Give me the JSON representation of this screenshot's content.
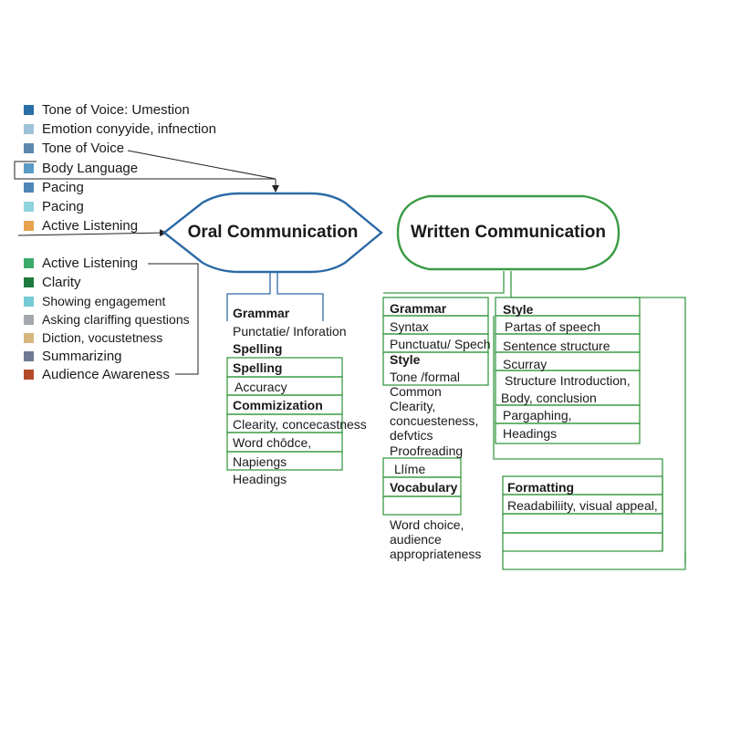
{
  "legend_top": [
    {
      "label": "Tone of Voice: Umestion",
      "color": "#2a6fa8"
    },
    {
      "label": "Emotion conyyide, infnection",
      "color": "#9fc3d8"
    },
    {
      "label": "Tone of Voice",
      "color": "#5e89ad"
    },
    {
      "label": "Body Language",
      "color": "#5b9bc7"
    },
    {
      "label": "Pacing",
      "color": "#4f86b8"
    },
    {
      "label": "Pacing",
      "color": "#8fd3dc"
    },
    {
      "label": "Active Listening",
      "color": "#e6a350"
    }
  ],
  "legend_bottom": [
    {
      "label": "Active Listening",
      "color": "#3aaa6b"
    },
    {
      "label": "Clarity",
      "color": "#1e7a3e"
    },
    {
      "label": "Showing engagement",
      "color": "#74c9d3"
    },
    {
      "label": "Asking clariffing questions",
      "color": "#a4a8ad"
    },
    {
      "label": "Diction, vocustetness",
      "color": "#d6b77e"
    },
    {
      "label": "Summarizing",
      "color": "#6e7a94"
    },
    {
      "label": "Audience Awareness",
      "color": "#b34a2a"
    }
  ],
  "hubs": {
    "oral": {
      "label": "Oral Communication",
      "color": "#2c6aa6"
    },
    "written": {
      "label": "Written Communication",
      "color": "#3a9b45"
    }
  },
  "oral_items": {
    "grammar": "Grammar",
    "punctuation": "Punctatie/ Inforation",
    "spelling_1": "Spelling",
    "spelling_2": "Spelling",
    "accuracy": "Accuracy",
    "commization": "Commizization",
    "clearity": "Clearity, concecastness",
    "word_choice": "Word chōdce,",
    "napiengs": "Napiengs",
    "headings": "Headings"
  },
  "written_left": {
    "grammar": "Grammar",
    "syntax": "Syntax",
    "punctuation": "Punctuatu/ Spech",
    "style": "Style",
    "tone": "Tone /formal",
    "common": "Common",
    "clearity": "Clearity,",
    "concueteness": "concuesteness,",
    "defvtics": "defvtics",
    "proofreading": "Proofreading",
    "llime": "Llíme",
    "vocabulary": "Vocabulary",
    "word_choice": "Word choice,",
    "audience": "audience",
    "appropriateness": "appropriateness"
  },
  "written_right": {
    "style": "Style",
    "parts": "Partas of speech",
    "sentence": "Sentence structure",
    "scurray": "Scurray",
    "structure": "Structure Introduction,",
    "body": "Body, conclusion",
    "pargaphing": "Pargaphing,",
    "headings": "Headings",
    "formatting": "Formatting",
    "readability": "Readabiliity, visual appeal,"
  }
}
